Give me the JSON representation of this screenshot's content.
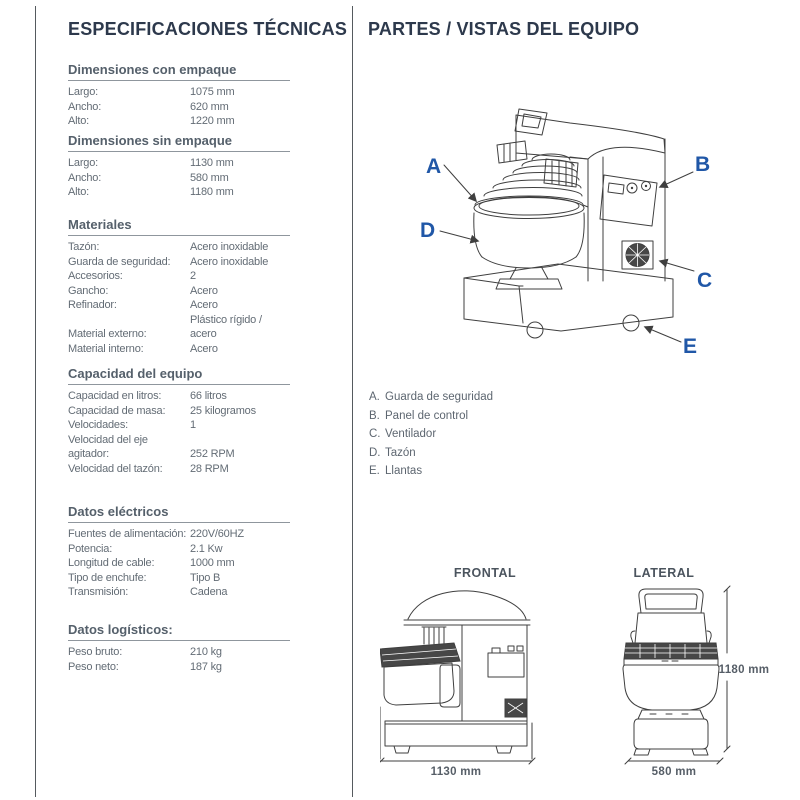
{
  "colors": {
    "title_navy": "#2d394c",
    "callout_blue": "#2057a7",
    "body_gray": "#636c75",
    "line_gray": "#3f3f3f"
  },
  "left_column": {
    "title": "ESPECIFICACIONES TÉCNICAS",
    "sections": [
      {
        "heading": "Dimensiones con empaque",
        "rows": [
          {
            "label": "Largo:",
            "value": "1075 mm"
          },
          {
            "label": "Ancho:",
            "value": "620 mm"
          },
          {
            "label": "Alto:",
            "value": "1220 mm"
          }
        ]
      },
      {
        "heading": "Dimensiones sin empaque",
        "rows": [
          {
            "label": "Largo:",
            "value": "1130 mm"
          },
          {
            "label": "Ancho:",
            "value": "580 mm"
          },
          {
            "label": "Alto:",
            "value": "1180 mm"
          }
        ]
      },
      {
        "heading": "Materiales",
        "rows": [
          {
            "label": "Tazón:",
            "value": "Acero inoxidable"
          },
          {
            "label": "Guarda de seguridad:",
            "value": "Acero inoxidable"
          },
          {
            "label": "Accesorios:",
            "value": "2"
          },
          {
            "label": "Gancho:",
            "value": "Acero"
          },
          {
            "label": "Refinador:",
            "value": "Acero"
          },
          {
            "label": "Material externo:",
            "value": "Plástico rígido / acero"
          },
          {
            "label": "Material interno:",
            "value": "Acero"
          }
        ]
      },
      {
        "heading": "Capacidad del equipo",
        "rows": [
          {
            "label": "Capacidad en litros:",
            "value": "66 litros"
          },
          {
            "label": "Capacidad de masa:",
            "value": "25 kilogramos"
          },
          {
            "label": "Velocidades:",
            "value": "1"
          },
          {
            "label": "Velocidad del eje agitador:",
            "value": "252 RPM"
          },
          {
            "label": "Velocidad del tazón:",
            "value": "28 RPM"
          }
        ]
      },
      {
        "heading": "Datos eléctricos",
        "rows": [
          {
            "label": "Fuentes de alimentación:",
            "value": "220V/60HZ"
          },
          {
            "label": "Potencia:",
            "value": "2.1 Kw"
          },
          {
            "label": "Longitud de cable:",
            "value": "1000 mm"
          },
          {
            "label": "Tipo de enchufe:",
            "value": "Tipo B"
          },
          {
            "label": "Transmisión:",
            "value": "Cadena"
          }
        ]
      },
      {
        "heading": "Datos logísticos:",
        "rows": [
          {
            "label": "Peso bruto:",
            "value": "210 kg"
          },
          {
            "label": "Peso neto:",
            "value": "187 kg"
          }
        ]
      }
    ]
  },
  "right_column": {
    "title": "PARTES / VISTAS DEL EQUIPO",
    "callouts": {
      "a": "A",
      "b": "B",
      "c": "C",
      "d": "D",
      "e": "E"
    },
    "parts_list": [
      {
        "key": "A.",
        "label": "Guarda de seguridad"
      },
      {
        "key": "B.",
        "label": "Panel de control"
      },
      {
        "key": "C.",
        "label": "Ventilador"
      },
      {
        "key": "D.",
        "label": "Tazón"
      },
      {
        "key": "E.",
        "label": "Llantas"
      }
    ],
    "views": {
      "frontal": {
        "label": "FRONTAL",
        "width_dim": "1130 mm"
      },
      "lateral": {
        "label": "LATERAL",
        "height_dim": "1180 mm",
        "width_dim": "580 mm"
      }
    }
  }
}
